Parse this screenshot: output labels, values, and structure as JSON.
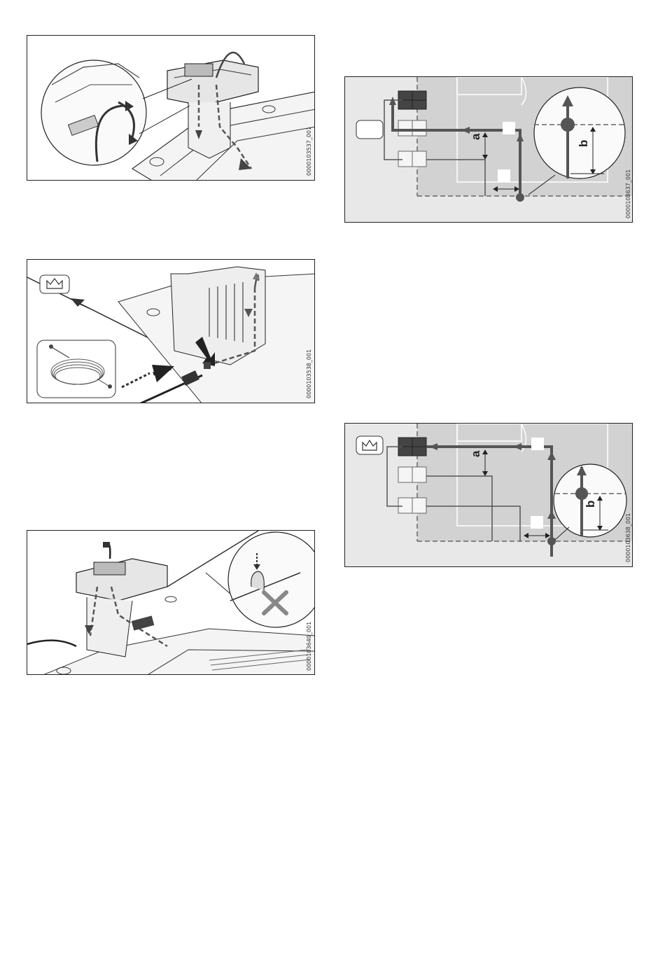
{
  "figures": {
    "fig1": {
      "code": "0000103537_001"
    },
    "fig2": {
      "code": "0000103538_001"
    },
    "fig3": {
      "code": "0000103640_001"
    },
    "fig4": {
      "code": "0000103637_001",
      "label_a": "a",
      "label_b": "b"
    },
    "fig5": {
      "code": "0000103638_001",
      "label_a": "a",
      "label_b": "b"
    }
  },
  "icons": {
    "crown": "crown-icon",
    "arrow": "arrow-icon",
    "cross": "cross-icon"
  },
  "colors": {
    "line": "#222222",
    "wire": "#555555",
    "lawn": "#d2d2d2",
    "lawn_light": "#e8e8e8",
    "connector_dark": "#444444"
  }
}
